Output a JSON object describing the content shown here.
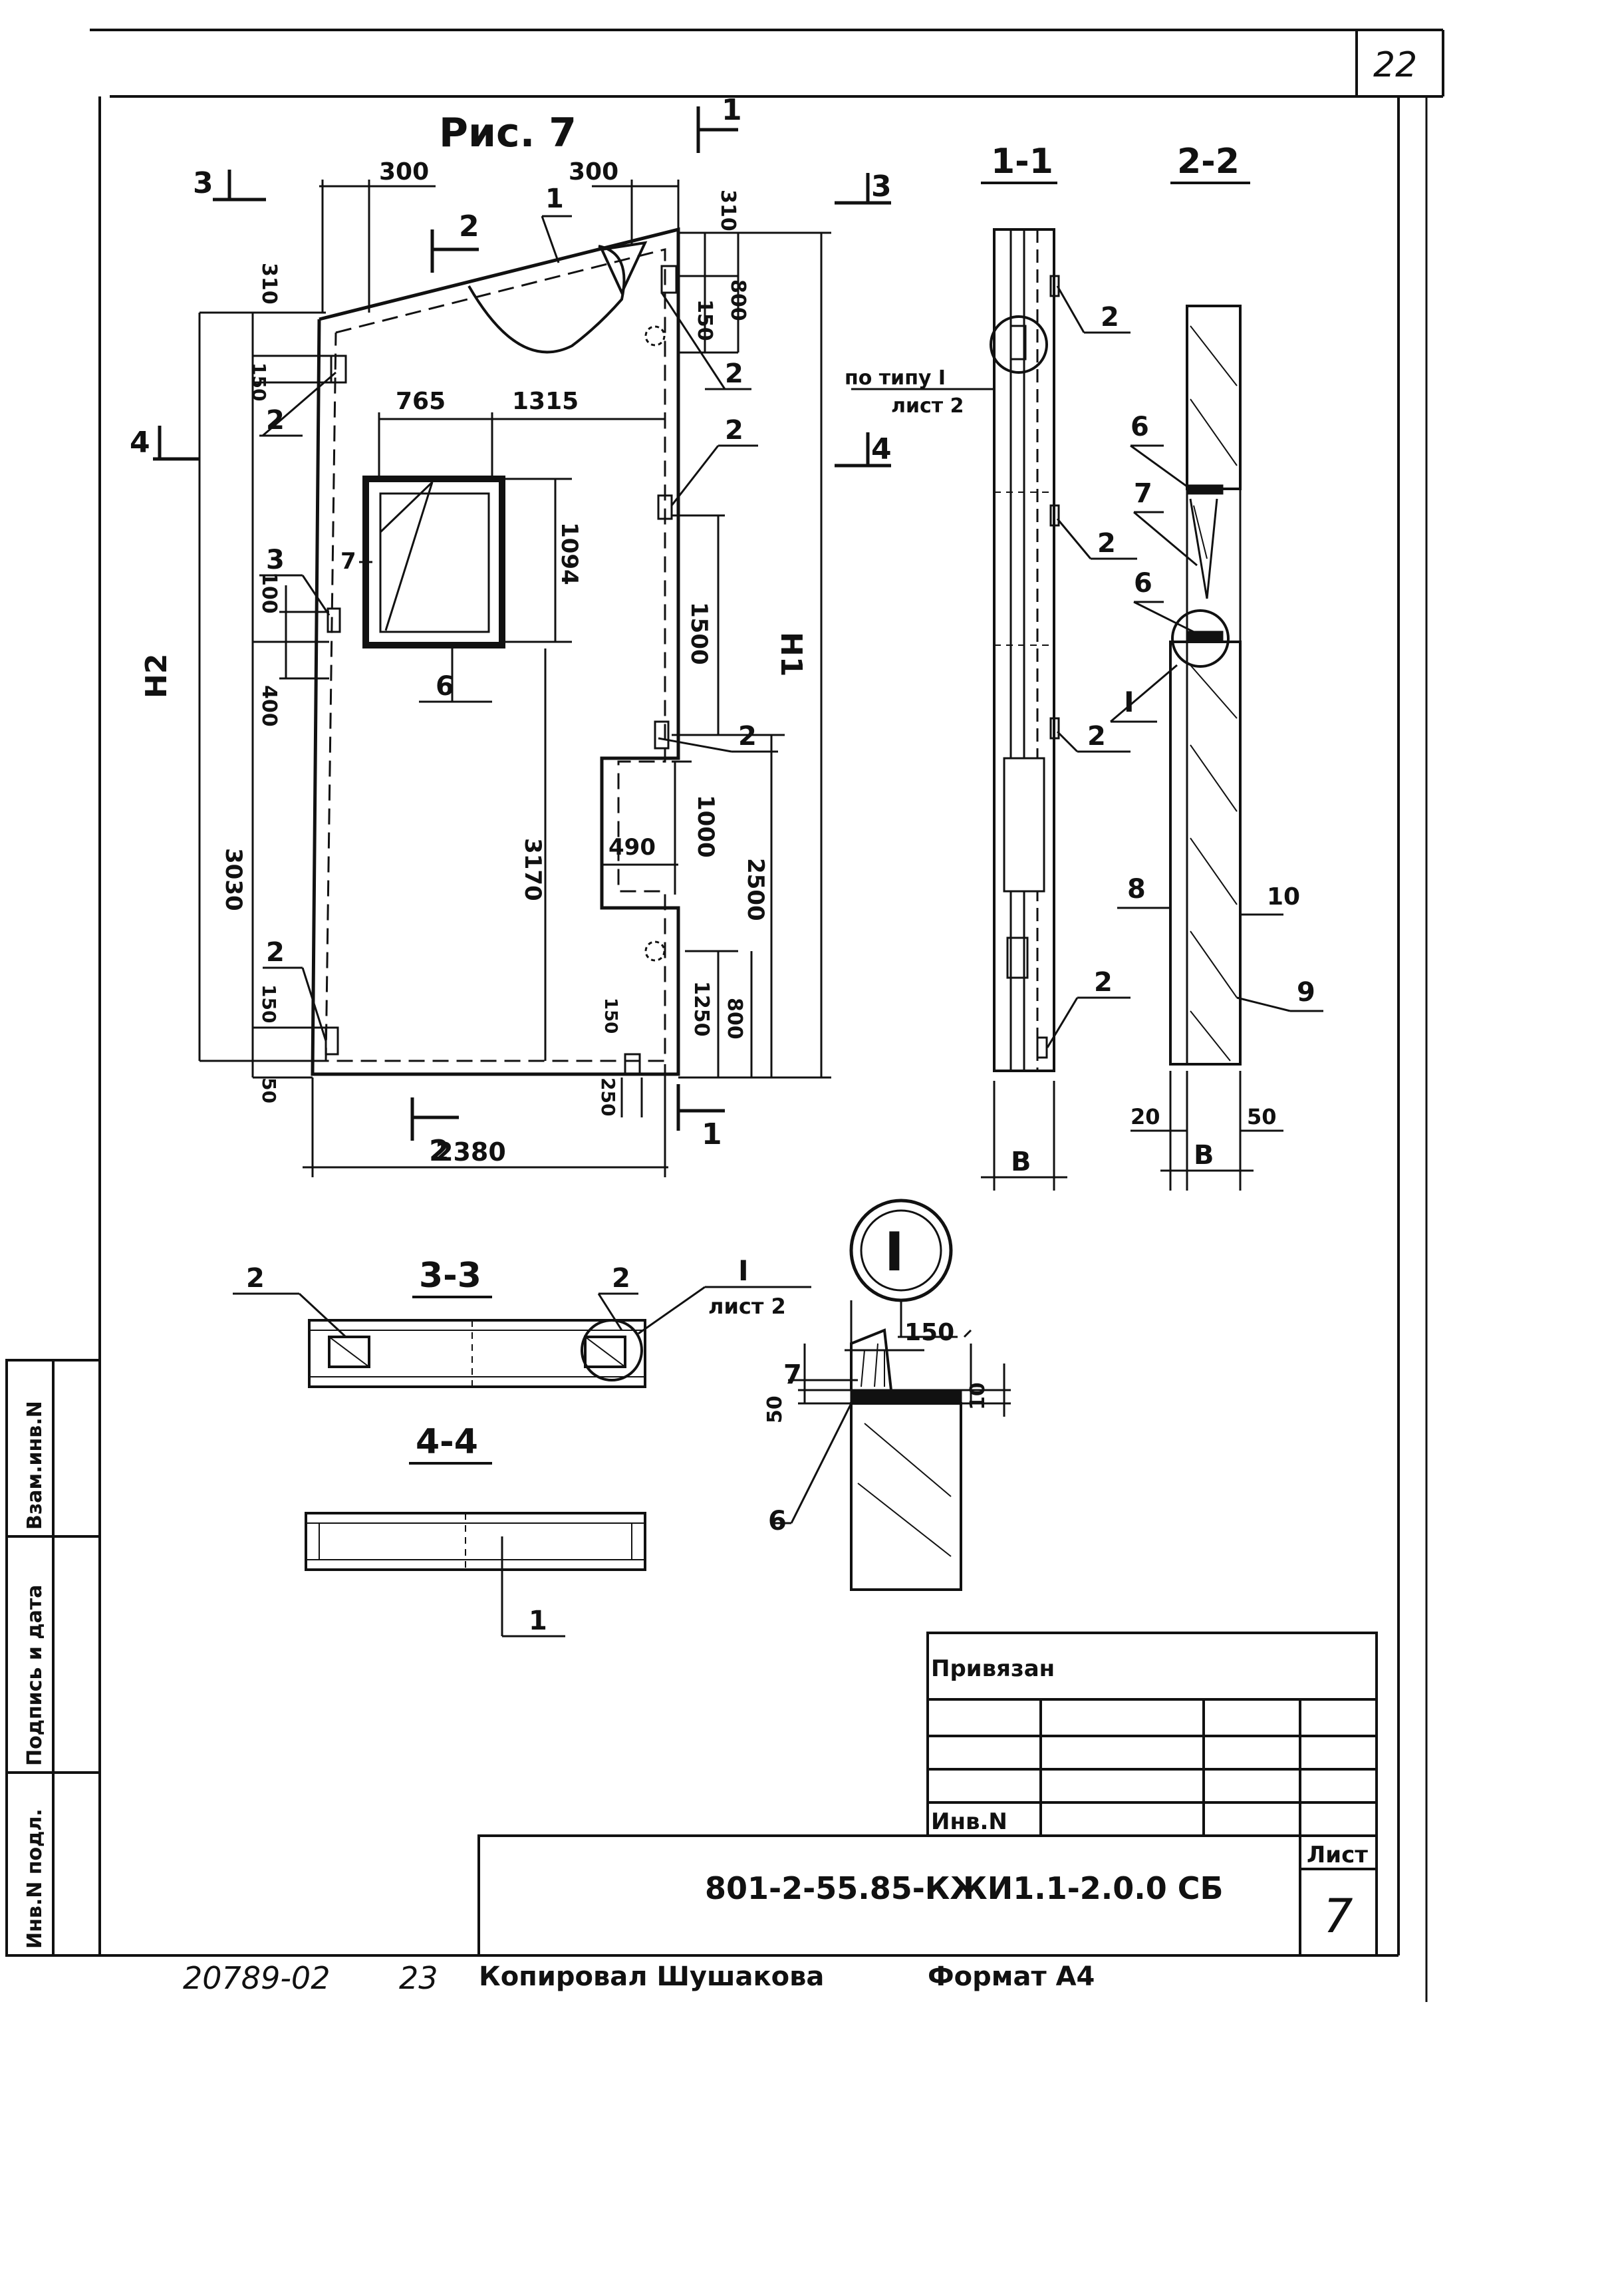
{
  "page_number": "22",
  "figure_title": "Рис. 7",
  "sections": {
    "s1_1": "1-1",
    "s2_2": "2-2",
    "s3_3": "3-3",
    "s4_4": "4-4",
    "cut_1": "1",
    "cut_2": "2",
    "cut_3": "3",
    "cut_4": "4"
  },
  "dimensions": {
    "top_left_300": "300",
    "top_right_300": "300",
    "top_310_right": "310",
    "left_310": "310",
    "left_150_top": "150",
    "right_150_top": "150",
    "right_800_top": "800",
    "opening_765": "765",
    "opening_1315": "1315",
    "window_1094": "1094",
    "left_100": "100",
    "left_400": "400",
    "right_1500": "1500",
    "notch_1000": "1000",
    "notch_490": "490",
    "inner_3170": "3170",
    "left_3030": "3030",
    "right_2500": "2500",
    "bottom_1250": "1250",
    "bottom_800": "800",
    "bottom_150_right": "150",
    "bottom_250": "250",
    "left_150_bottom": "150",
    "left_50": "50",
    "total_2380": "2380",
    "h1": "H1",
    "h2": "H2",
    "sec11_b": "B",
    "sec22_20": "20",
    "sec22_b": "B",
    "sec22_50": "50",
    "detail_150": "150",
    "detail_50": "50",
    "detail_10": "10"
  },
  "callouts": {
    "p1_top": "1",
    "p2_a": "2",
    "p2_b": "2",
    "p2_c": "2",
    "p2_d": "2",
    "p2_e": "2",
    "p3": "3",
    "p6_window": "6",
    "p7_window": "7",
    "sec11_2a": "2",
    "sec11_2b": "2",
    "sec11_2c": "2",
    "sec11_2d": "2",
    "po_tipu": "по типу I",
    "list2_a": "лист 2",
    "sec22_6a": "6",
    "sec22_7": "7",
    "sec22_6b": "6",
    "sec22_I": "I",
    "sec22_8": "8",
    "sec22_9": "9",
    "sec22_10": "10",
    "s33_2a": "2",
    "s33_2b": "2",
    "s33_I": "I",
    "list2_b": "лист 2",
    "s44_1": "1",
    "detail_I": "I",
    "detail_7": "7",
    "detail_6": "6"
  },
  "side_stamp": {
    "col1": "Инв.N подл.",
    "col2": "Подпись и дата",
    "col3": "Взам.инв.N"
  },
  "title_block": {
    "privyazan": "Привязан",
    "inv_n": "Инв.N",
    "designation": "801-2-55.85-КЖИ1.1-2.0.0 СБ",
    "sheet_label": "Лист",
    "sheet_number": "7"
  },
  "footer": {
    "left_code": "20789-02",
    "left_number": "23",
    "copied": "Копировал Шушакова",
    "format": "Формат А4"
  }
}
